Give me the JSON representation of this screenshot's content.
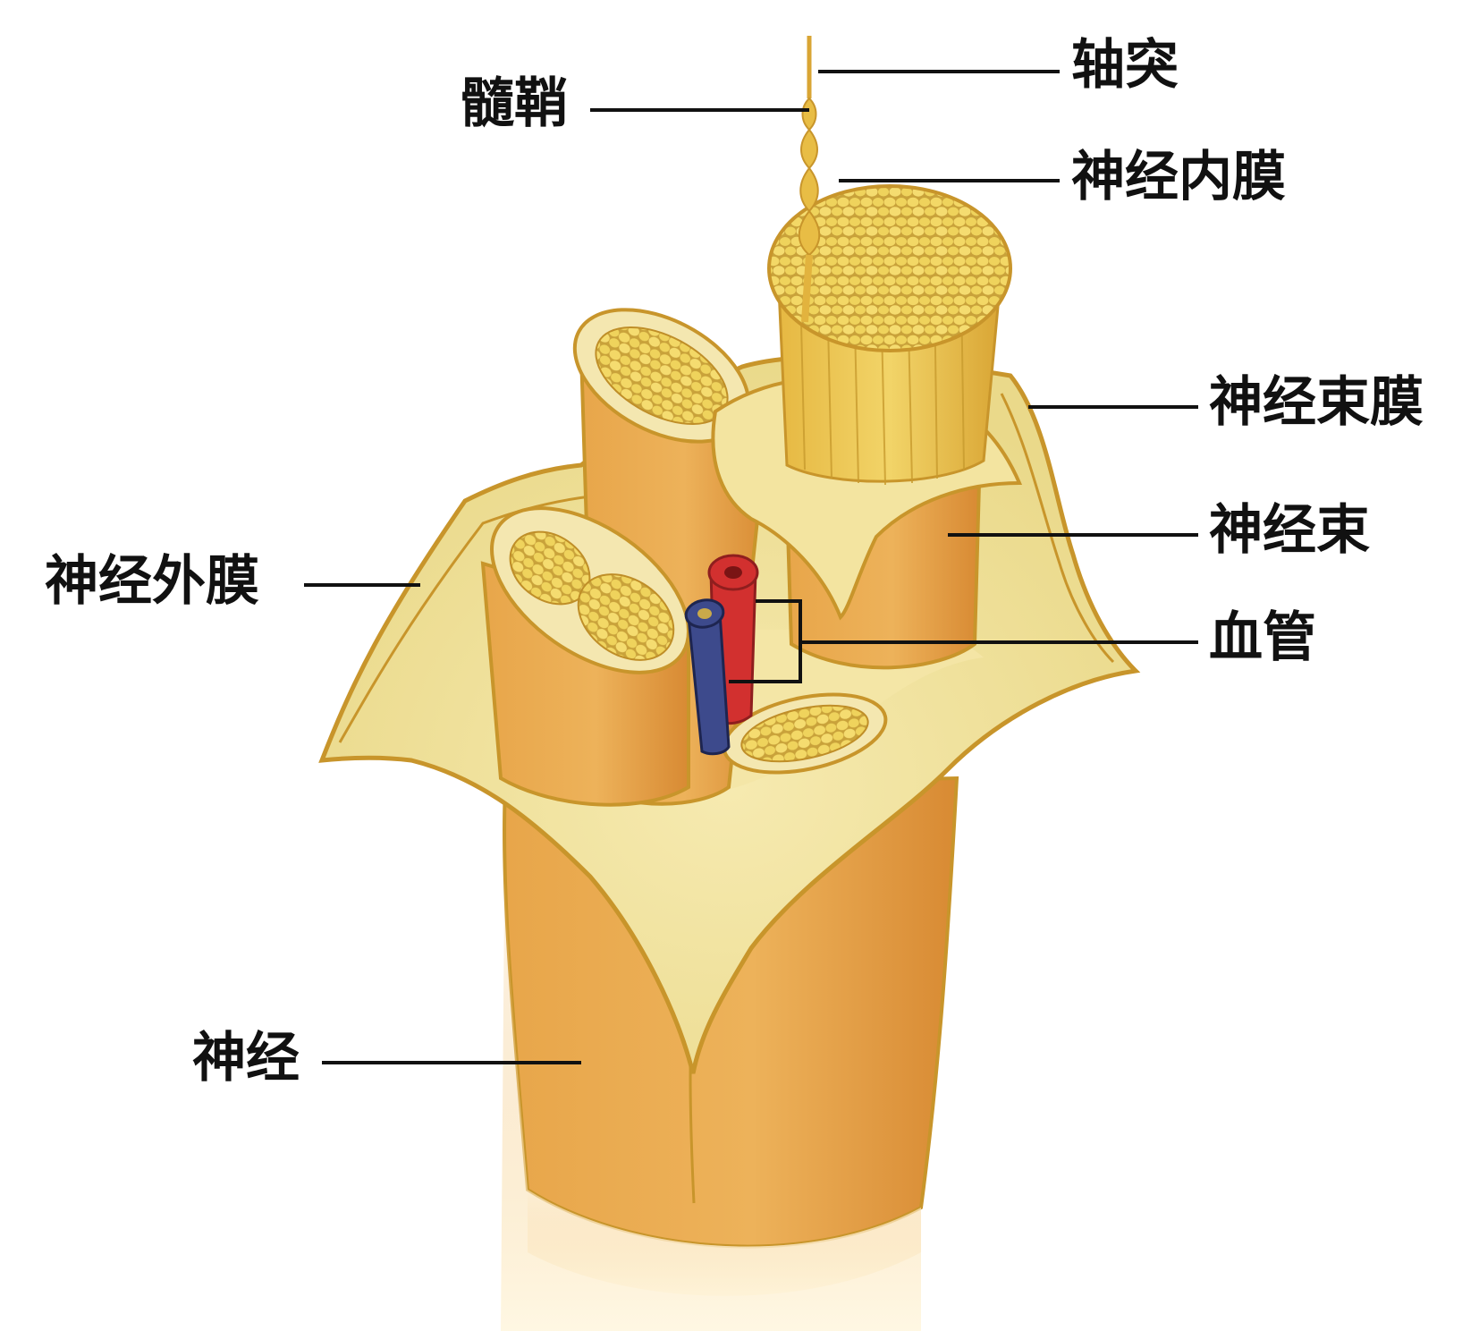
{
  "diagram": {
    "subject": "nerve-cross-section",
    "colors": {
      "nerve_body": "#E9A94D",
      "nerve_shadow": "#D98A2E",
      "outline": "#C8952B",
      "sheath_fill": "#F1E6A0",
      "fascicle_core": "#F2D36A",
      "fiber_cell": "#EFD15A",
      "artery": "#D2302F",
      "vein": "#3D4A8C",
      "label_text": "#111111",
      "leader_line": "#111111"
    },
    "labels": {
      "axon": "轴突",
      "myelin": "髓鞘",
      "endoneurium": "神经内膜",
      "perineurium": "神经束膜",
      "fascicle": "神经束",
      "epineurium": "神经外膜",
      "blood_vessel": "血管",
      "nerve": "神经"
    }
  }
}
